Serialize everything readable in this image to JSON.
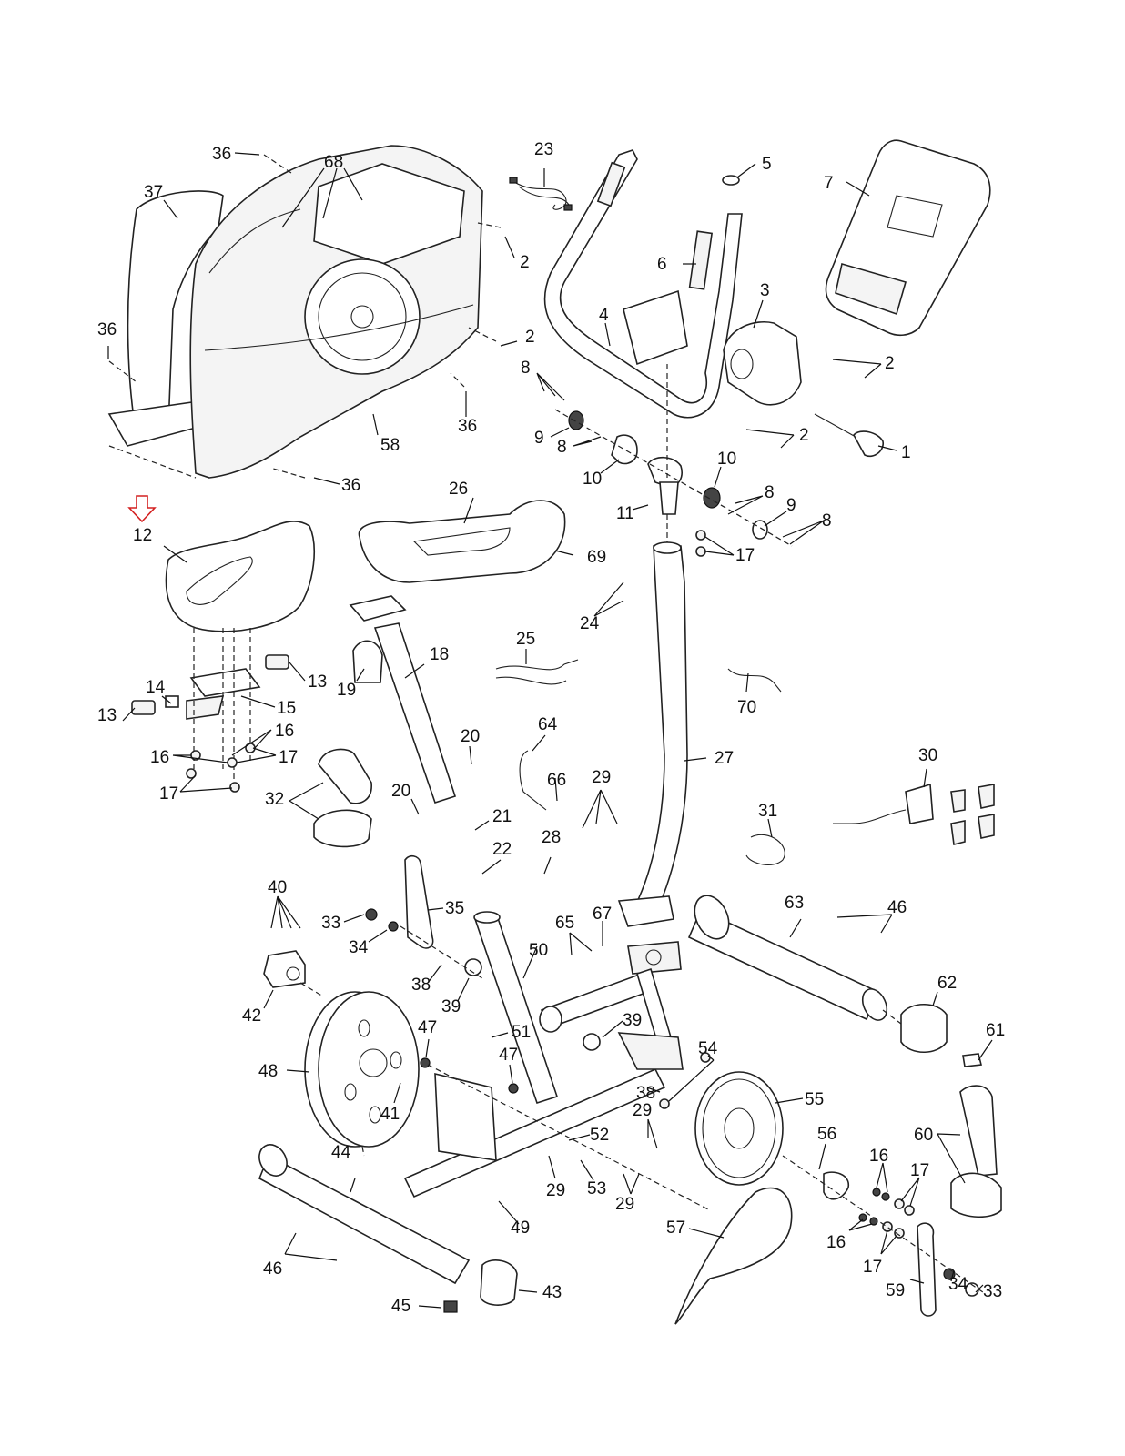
{
  "diagram": {
    "title": "Exploded parts diagram - upright exercise bike",
    "highlight": {
      "part": "12",
      "indicator": "red-down-arrow",
      "color": "#d42020"
    },
    "labels": [
      "1",
      "2",
      "3",
      "4",
      "5",
      "6",
      "7",
      "8",
      "9",
      "10",
      "11",
      "12",
      "13",
      "14",
      "15",
      "16",
      "17",
      "18",
      "19",
      "20",
      "21",
      "22",
      "23",
      "24",
      "25",
      "26",
      "27",
      "28",
      "29",
      "30",
      "31",
      "32",
      "33",
      "34",
      "35",
      "36",
      "37",
      "38",
      "39",
      "40",
      "41",
      "42",
      "43",
      "44",
      "45",
      "46",
      "47",
      "48",
      "49",
      "50",
      "51",
      "52",
      "53",
      "54",
      "55",
      "56",
      "57",
      "58",
      "59",
      "60",
      "61",
      "62",
      "63",
      "64",
      "65",
      "66",
      "67",
      "68",
      "69",
      "70"
    ],
    "parts": {
      "1": "1",
      "2": "2",
      "3": "3",
      "4": "4",
      "5": "5",
      "6": "6",
      "7": "7",
      "8": "8",
      "9": "9",
      "10": "10",
      "11": "11",
      "12": "12",
      "13": "13",
      "14": "14",
      "15": "15",
      "16": "16",
      "17": "17",
      "18": "18",
      "19": "19",
      "20": "20",
      "21": "21",
      "22": "22",
      "23": "23",
      "24": "24",
      "25": "25",
      "26": "26",
      "27": "27",
      "28": "28",
      "29": "29",
      "30": "30",
      "31": "31",
      "32": "32",
      "33": "33",
      "34": "34",
      "35": "35",
      "36": "36",
      "37": "37",
      "38": "38",
      "39": "39",
      "40": "40",
      "41": "41",
      "42": "42",
      "43": "43",
      "44": "44",
      "45": "45",
      "46": "46",
      "47": "47",
      "48": "48",
      "49": "49",
      "50": "50",
      "51": "51",
      "52": "52",
      "53": "53",
      "54": "54",
      "55": "55",
      "56": "56",
      "57": "57",
      "58": "58",
      "59": "59",
      "60": "60",
      "61": "61",
      "62": "62",
      "63": "63",
      "64": "64",
      "65": "65",
      "66": "66",
      "67": "67",
      "68": "68",
      "69": "69",
      "70": "70"
    }
  }
}
